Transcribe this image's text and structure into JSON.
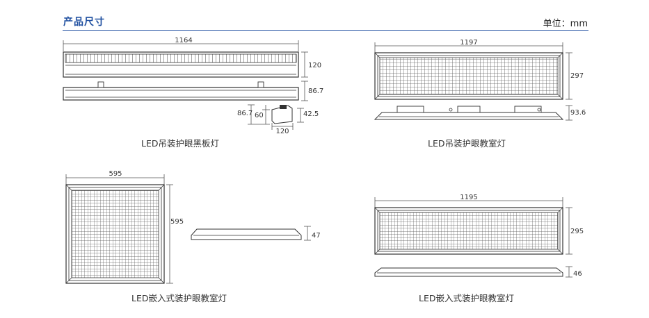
{
  "header": {
    "title": "产品尺寸",
    "unit": "单位：mm"
  },
  "panels": [
    {
      "caption": "LED吊装护眼黑板灯",
      "dims": {
        "length": "1164",
        "height_front": "120",
        "height_side": "86.7",
        "section_height": "86.7",
        "section_inner": "60",
        "section_right": "42.5",
        "section_width": "120"
      }
    },
    {
      "caption": "LED吊装护眼教室灯",
      "dims": {
        "length": "1197",
        "width": "297",
        "height": "93.6"
      }
    },
    {
      "caption": "LED嵌入式装护眼教室灯",
      "dims": {
        "length": "595",
        "width": "595",
        "height": "47"
      }
    },
    {
      "caption": "LED嵌入式装护眼教室灯",
      "dims": {
        "length": "1195",
        "width": "295",
        "height": "46"
      }
    }
  ]
}
